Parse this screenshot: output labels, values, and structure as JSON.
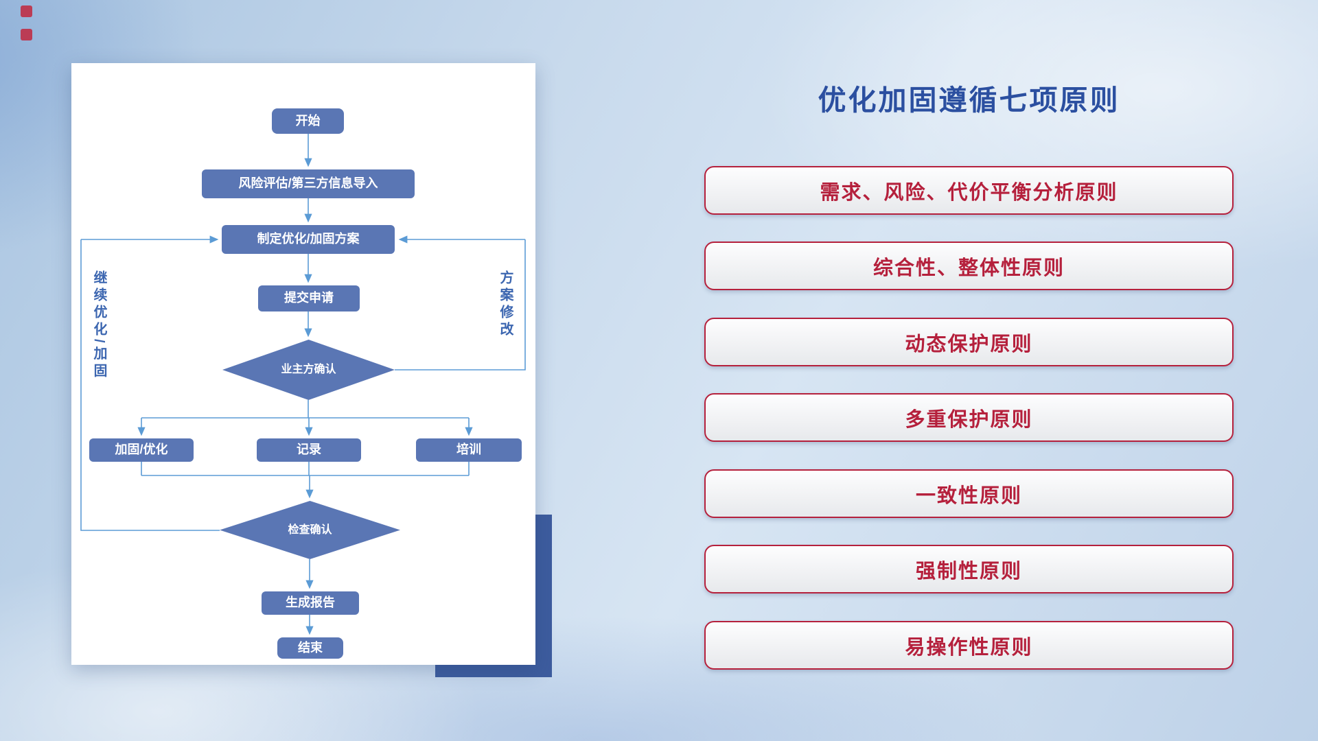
{
  "flowchart": {
    "nodes": {
      "start": "开始",
      "risk_import": "风险评估/第三方信息导入",
      "make_plan": "制定优化/加固方案",
      "submit": "提交申请",
      "owner_confirm": "业主方确认",
      "reinforce": "加固/优化",
      "record": "记录",
      "training": "培训",
      "check_confirm": "检查确认",
      "report": "生成报告",
      "end": "结束"
    },
    "loop_labels": {
      "left": "继续优化/加固",
      "right": "方案修改"
    }
  },
  "principles": {
    "title": "优化加固遵循七项原则",
    "items": [
      {
        "label": "需求、风险、代价平衡分析原则"
      },
      {
        "label": "综合性、整体性原则"
      },
      {
        "label": "动态保护原则"
      },
      {
        "label": "多重保护原则"
      },
      {
        "label": "一致性原则"
      },
      {
        "label": "强制性原则"
      },
      {
        "label": "易操作性原则"
      }
    ]
  },
  "colors": {
    "node_blue": "#5a76b4",
    "connector_blue": "#5b9bd5",
    "title_blue": "#2b4fa0",
    "principle_red": "#b5203c",
    "accent_navy": "#3d5c9e"
  }
}
